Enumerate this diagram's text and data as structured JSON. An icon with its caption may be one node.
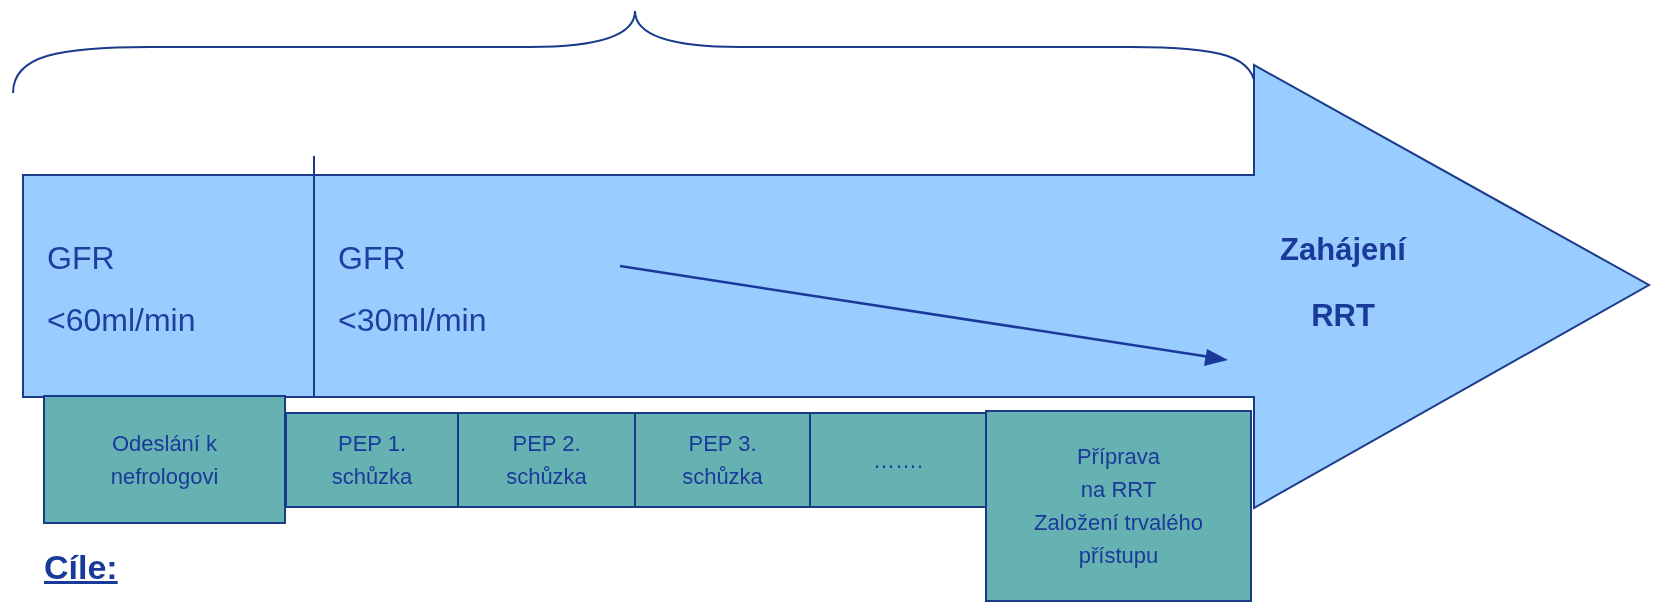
{
  "diagram": {
    "nodes": [
      {
        "text": [
          "Zahájení RRT"
        ]
      },
      {
        "text": [
          "GFR <60ml/min"
        ],
        "in": 0
      },
      {
        "text": [
          "GFR <30ml/min"
        ],
        "in": 0
      },
      {
        "text": [
          "Odeslání k nefrologovi"
        ]
      },
      {
        "text": [
          "PEP 1. schůzka"
        ]
      },
      {
        "text": [
          "PEP 2. schůzka"
        ]
      },
      {
        "text": [
          "PEP 3. schůzka"
        ]
      },
      {
        "text": [
          "……."
        ]
      },
      {
        "text": [
          "Příprava na RRT",
          "Založení trvalého přístupu"
        ]
      }
    ],
    "labels": [
      "Cíle:"
    ]
  }
}
